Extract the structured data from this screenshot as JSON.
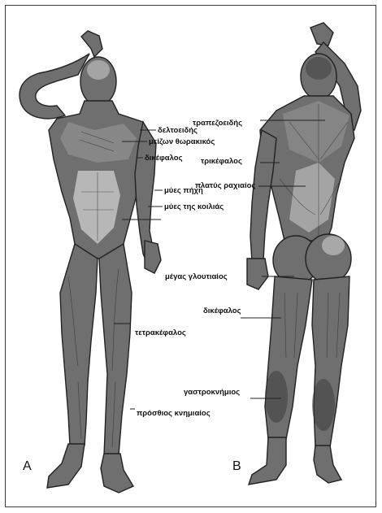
{
  "figure_a": {
    "panel_label": "A",
    "labels": {
      "deltoid": "δελτοειδής",
      "pectoralis": "μείζων θωρακικός",
      "biceps": "δικέφαλος",
      "forearm": "μύες πήχη",
      "abdomen": "μύες της κοιλιάς",
      "quadriceps": "τετρακέφαλος",
      "tibialis": "πρόσθιος κνημιαίος"
    }
  },
  "figure_b": {
    "panel_label": "B",
    "labels": {
      "trapezius": "τραπεζοειδής",
      "triceps": "τρικέφαλος",
      "latissimus": "πλατύς ραχιαίος",
      "gluteus": "μέγας γλουτιαίος",
      "hamstring": "δικέφαλος",
      "gastrocnemius": "γαστροκνήμιος"
    }
  },
  "colors": {
    "muscle": "#6f6f6f",
    "highlight": "#cfcfcf",
    "shadow": "#3c3c3c",
    "line": "#222222"
  }
}
